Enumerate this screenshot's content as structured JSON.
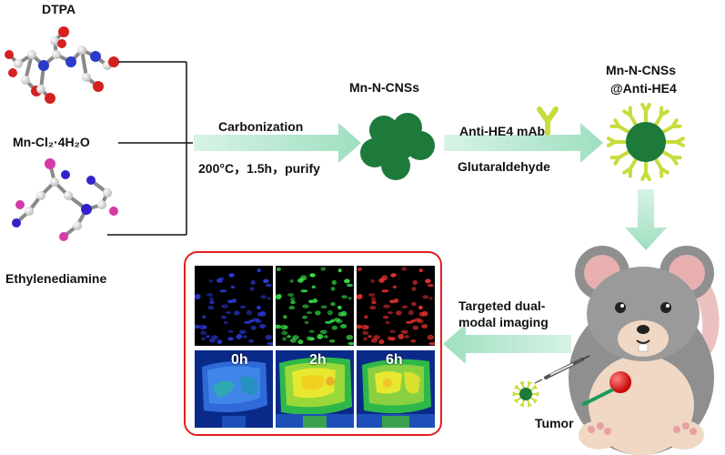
{
  "reactants": {
    "dtpa": "DTPA",
    "mncl": "Mn-Cl₂·4H₂O",
    "ethylenediamine": "Ethylenediamine"
  },
  "step1": {
    "top": "Carbonization",
    "bottom": "200°C，1.5h，purify"
  },
  "product1": "Mn-N-CNSs",
  "step2": {
    "top": "Anti-HE4 mAb",
    "bottom": "Glutaraldehyde"
  },
  "product2": {
    "line1": "Mn-N-CNSs",
    "line2": "@Anti-HE4"
  },
  "imaging": {
    "line1": "Targeted dual-",
    "line2": "modal imaging"
  },
  "time_labels": [
    "0h",
    "2h",
    "6h"
  ],
  "tumor_label": "Tumor",
  "colors": {
    "arrow": "#a6e3c6",
    "sphere": "#1e7a3a",
    "antibody": "#c8dc3c",
    "frame": "#e02020",
    "mouse": "#8f8f8f"
  }
}
